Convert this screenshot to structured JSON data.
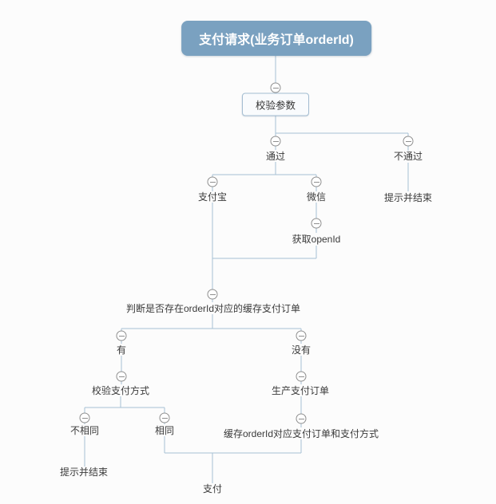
{
  "colors": {
    "background": "#fcfcfc",
    "root_bg": "#7aa1c0",
    "root_text": "#ffffff",
    "box_bg": "#f9fbfd",
    "box_border": "#a3bdd1",
    "line": "#a6c1d4",
    "node_text": "#3a3a3a",
    "collapse_icon_stroke": "#8f8f8f"
  },
  "icons": {
    "collapse": "minus-circle"
  },
  "nodes": {
    "root": "支付请求(业务订单orderId)",
    "validate_params": "校验参数",
    "pass": "通过",
    "fail": "不通过",
    "fail_end": "提示并结束",
    "alipay": "支付宝",
    "wechat": "微信",
    "get_openid": "获取openId",
    "check_cache": "判断是否存在orderId对应的缓存支付订单",
    "has": "有",
    "none": "没有",
    "verify_method": "校验支付方式",
    "create_order": "生产支付订单",
    "not_same": "不相同",
    "same": "相同",
    "cache_order": "缓存orderId对应支付订单和支付方式",
    "not_same_end": "提示并结束",
    "pay": "支付"
  }
}
